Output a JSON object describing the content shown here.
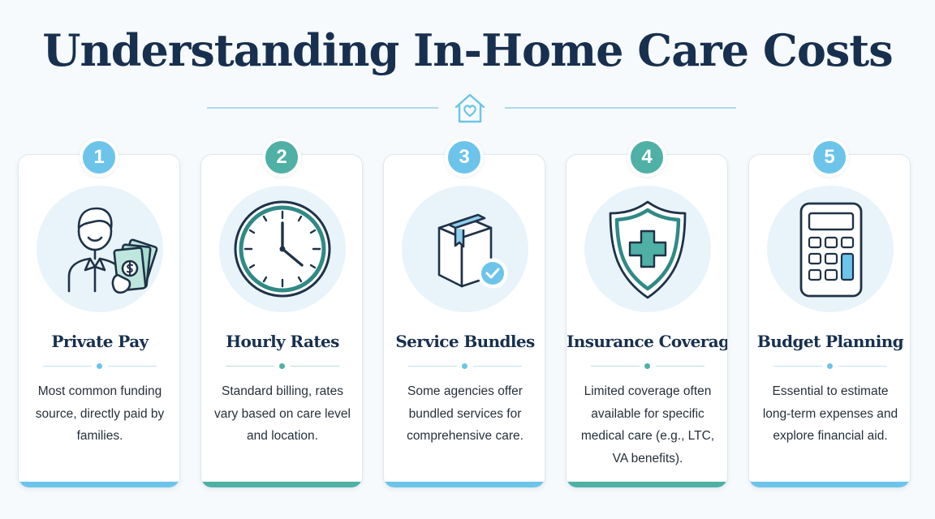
{
  "title": "Understanding In-Home Care Costs",
  "colors": {
    "title": "#17304f",
    "blue": "#6cc4ea",
    "teal": "#4fb0a5",
    "icon_stroke": "#1f3248",
    "accent_line": "#a9dcec"
  },
  "divider": {
    "icon": "house-heart-icon"
  },
  "cards": [
    {
      "number": "1",
      "title": "Private Pay",
      "icon": "person-with-cash-icon",
      "description": "Most common funding source, directly paid by families.",
      "accent": "#6cc4ea"
    },
    {
      "number": "2",
      "title": "Hourly Rates",
      "icon": "clock-icon",
      "description": "Standard billing, rates vary based on care level and location.",
      "accent": "#4fb0a5"
    },
    {
      "number": "3",
      "title": "Service Bundles",
      "icon": "box-with-checkmark-icon",
      "description": "Some agencies offer bundled services for comprehensive care.",
      "accent": "#6cc4ea"
    },
    {
      "number": "4",
      "title": "Insurance Coverage",
      "icon": "shield-medical-cross-icon",
      "description": "Limited coverage often available for specific medical care (e.g., LTC, VA benefits).",
      "accent": "#4fb0a5"
    },
    {
      "number": "5",
      "title": "Budget Planning",
      "icon": "calculator-icon",
      "description": "Essential to estimate long-term expenses and explore financial aid.",
      "accent": "#6cc4ea"
    }
  ]
}
